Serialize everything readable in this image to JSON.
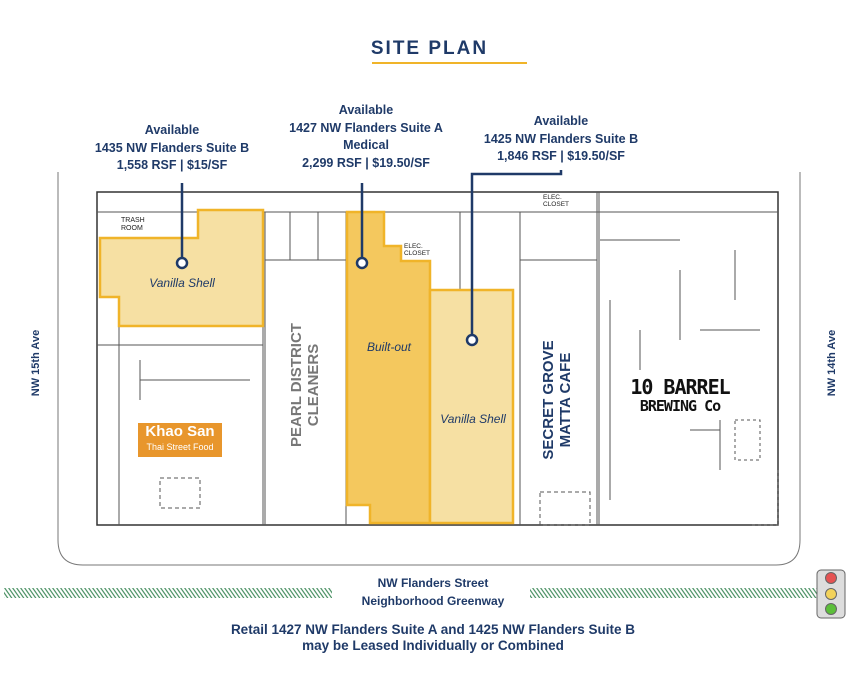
{
  "title": "SITE PLAN",
  "colors": {
    "navy": "#1f3a68",
    "gold": "#f0b429",
    "shell": "#f6e0a3",
    "builtout": "#f4c85e",
    "greenway": "#3f8a5a"
  },
  "callouts": [
    {
      "status": "Available",
      "address": "1435 NW Flanders Suite B",
      "details": "1,558 RSF | $15/SF",
      "condition": "Vanilla Shell"
    },
    {
      "status": "Available",
      "address": "1427 NW Flanders Suite A",
      "use": "Medical",
      "details": "2,299 RSF | $19.50/SF",
      "condition": "Built-out"
    },
    {
      "status": "Available",
      "address": "1425 NW Flanders Suite B",
      "details": "1,846 RSF | $19.50/SF",
      "condition": "Vanilla Shell"
    }
  ],
  "rooms": {
    "trash": "TRASH ROOM",
    "elec1": "ELEC. CLOSET",
    "elec2": "ELEC. CLOSET"
  },
  "tenants": {
    "pearl_line1": "PEARL DISTRICT",
    "pearl_line2": "CLEANERS",
    "secret_line1": "SECRET GROVE",
    "secret_line2": "MATTA CAFE",
    "khao_name": "Khao San",
    "khao_tag": "Thai Street Food",
    "barrel_line1": "10 BARREL",
    "barrel_line2": "BREWING Co"
  },
  "streets": {
    "west": "NW 15th Ave",
    "east": "NW 14th Ave",
    "south_line1": "NW Flanders Street",
    "south_line2": "Neighborhood Greenway"
  },
  "note": {
    "line1": "Retail 1427 NW Flanders Suite A and 1425 NW Flanders Suite B",
    "line2": "may be Leased Individually or Combined"
  }
}
